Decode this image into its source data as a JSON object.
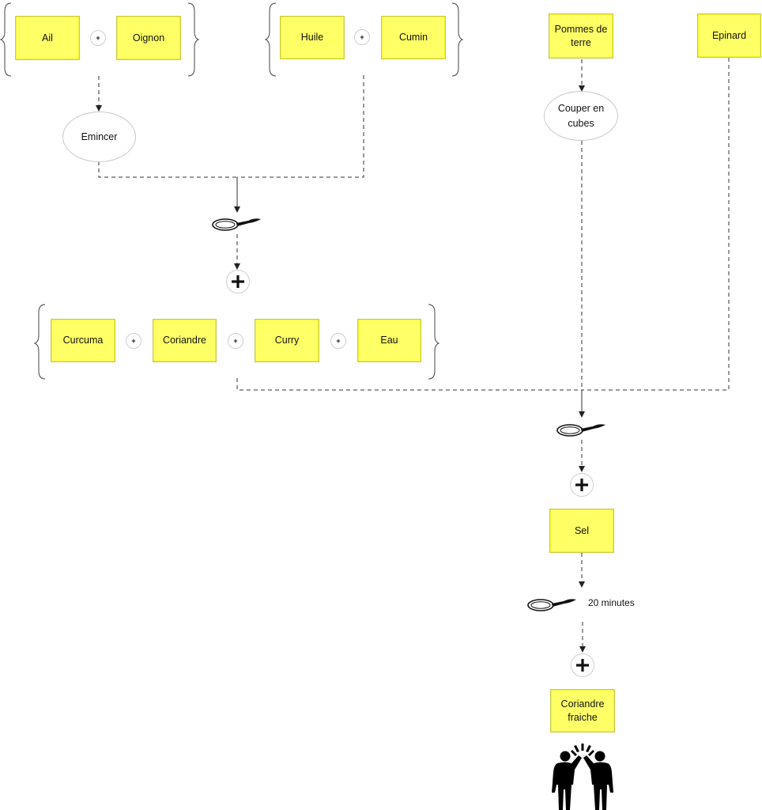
{
  "nodes": {
    "ail": "Ail",
    "oignon": "Oignon",
    "huile": "Huile",
    "cumin": "Cumin",
    "pommes_de_terre": "Pommes de\nterre",
    "epinard": "Epinard",
    "emincer": "Emincer",
    "couper_en_cubes": "Couper en\ncubes",
    "curcuma": "Curcuma",
    "coriandre": "Coriandre",
    "curry": "Curry",
    "eau": "Eau",
    "sel": "Sel",
    "coriandre_fraiche": "Coriandre\nfraiche"
  },
  "plus_symbol": "+",
  "cooking_time": "20 minutes",
  "icons": {
    "pan": "frying-pan-icon",
    "plus": "plus-icon",
    "celebration": "high-five-icon"
  },
  "colors": {
    "note": "#ffff66",
    "line": "#333333"
  }
}
